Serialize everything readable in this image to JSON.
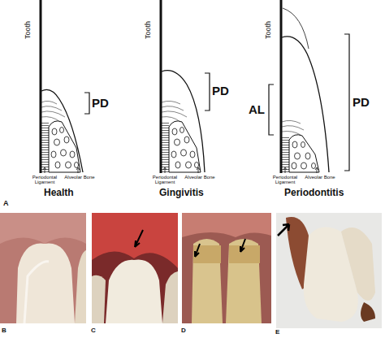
{
  "diagram": {
    "labels": [
      "Tooth",
      "PD",
      "Tooth",
      "PD",
      "Tooth",
      "AL",
      "PD",
      "Periodontal Ligament",
      "Alveolar Bone",
      "Periodontal Ligament",
      "Alveolar Bone",
      "Periodontal Ligament",
      "Alveolar Bone",
      "Health",
      "Gingivitis",
      "Periodontitis",
      "A",
      "B",
      "C",
      "D",
      "E"
    ]
  }
}
